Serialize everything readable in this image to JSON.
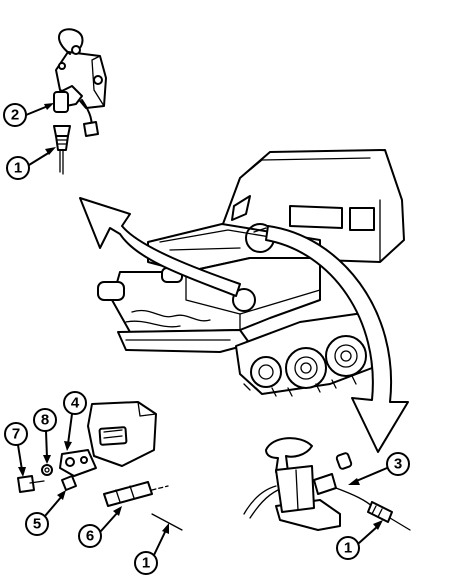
{
  "callouts": {
    "c1_topleft": "1",
    "c2_topleft": "2",
    "c7": "7",
    "c8": "8",
    "c4": "4",
    "c5": "5",
    "c6": "6",
    "c1_bottomcenter": "1",
    "c3": "3",
    "c1_bottomright": "1"
  }
}
